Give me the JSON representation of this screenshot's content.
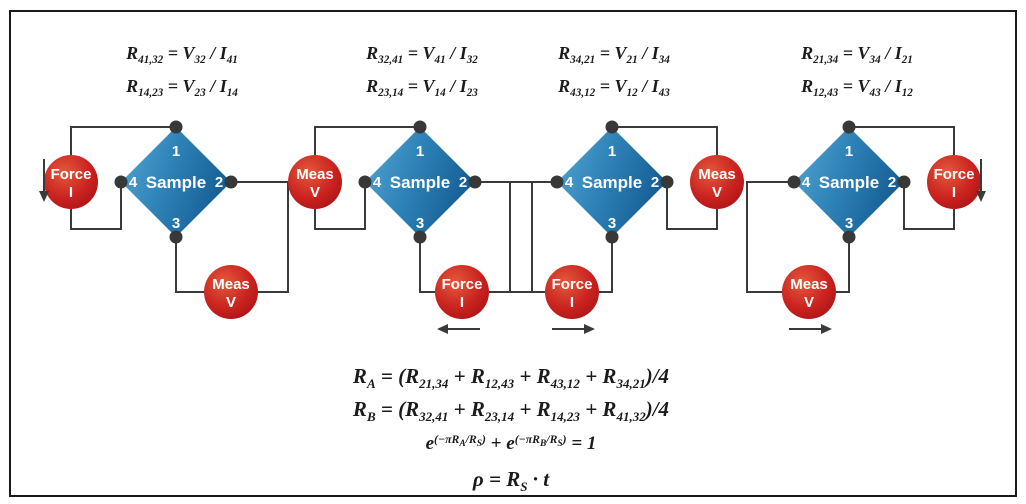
{
  "sample": {
    "label": "Sample",
    "terminal_top": "1",
    "terminal_right": "2",
    "terminal_bottom": "3",
    "terminal_left": "4"
  },
  "panels": [
    {
      "equations": [
        [
          "R",
          {
            "sub": "41,32"
          },
          " = V",
          {
            "sub": "32"
          },
          " / I",
          {
            "sub": "41"
          }
        ],
        [
          "R",
          {
            "sub": "14,23"
          },
          " = V",
          {
            "sub": "23"
          },
          " / I",
          {
            "sub": "14"
          }
        ]
      ],
      "side_circle": {
        "line1": "Force",
        "line2": "I",
        "position": "left"
      },
      "corner_circle": {
        "line1": "Meas",
        "line2": "V",
        "position": "bottom-right"
      },
      "arrows": [
        "down-beside-side-circle"
      ]
    },
    {
      "equations": [
        [
          "R",
          {
            "sub": "32,41"
          },
          " = V",
          {
            "sub": "41"
          },
          " / I",
          {
            "sub": "32"
          }
        ],
        [
          "R",
          {
            "sub": "23,14"
          },
          " = V",
          {
            "sub": "14"
          },
          " / I",
          {
            "sub": "23"
          }
        ]
      ],
      "side_circle": {
        "line1": "Meas",
        "line2": "V",
        "position": "left"
      },
      "corner_circle": {
        "line1": "Force",
        "line2": "I",
        "position": "bottom-right"
      },
      "arrows": [
        "left-below-corner-circle"
      ]
    },
    {
      "equations": [
        [
          "R",
          {
            "sub": "34,21"
          },
          " = V",
          {
            "sub": "21"
          },
          " / I",
          {
            "sub": "34"
          }
        ],
        [
          "R",
          {
            "sub": "43,12"
          },
          " = V",
          {
            "sub": "12"
          },
          " / I",
          {
            "sub": "43"
          }
        ]
      ],
      "side_circle": {
        "line1": "Meas",
        "line2": "V",
        "position": "right"
      },
      "corner_circle": {
        "line1": "Force",
        "line2": "I",
        "position": "bottom-left"
      },
      "arrows": [
        "right-below-corner-circle"
      ]
    },
    {
      "equations": [
        [
          "R",
          {
            "sub": "21,34"
          },
          " = V",
          {
            "sub": "34"
          },
          " / I",
          {
            "sub": "21"
          }
        ],
        [
          "R",
          {
            "sub": "12,43"
          },
          " = V",
          {
            "sub": "43"
          },
          " / I",
          {
            "sub": "12"
          }
        ]
      ],
      "side_circle": {
        "line1": "Force",
        "line2": "I",
        "position": "right"
      },
      "corner_circle": {
        "line1": "Meas",
        "line2": "V",
        "position": "bottom-left"
      },
      "arrows": [
        "down-beside-side-circle",
        "right-below-corner-circle"
      ]
    }
  ],
  "summary_equations": [
    [
      "R",
      {
        "sub": "A"
      },
      " = (R",
      {
        "sub": "21,34"
      },
      " + R",
      {
        "sub": "12,43"
      },
      " + R",
      {
        "sub": "43,12"
      },
      " + R",
      {
        "sub": "34,21"
      },
      ")/4"
    ],
    [
      "R",
      {
        "sub": "B"
      },
      " = (R",
      {
        "sub": "32,41"
      },
      " + R",
      {
        "sub": "23,14"
      },
      " + R",
      {
        "sub": "14,23"
      },
      " + R",
      {
        "sub": "41,32"
      },
      ")/4"
    ],
    [
      "e",
      {
        "sup": [
          "(−πR",
          {
            "sub": "A"
          },
          "/R",
          {
            "sub": "S"
          },
          ")"
        ]
      },
      " + e",
      {
        "sup": [
          "(−πR",
          {
            "sub": "B"
          },
          "/R",
          {
            "sub": "S"
          },
          ")"
        ]
      },
      " = 1"
    ],
    [
      "ρ = R",
      {
        "sub": "S"
      },
      " · t"
    ]
  ],
  "colors": {
    "diamond_blue_light": "#55A6D3",
    "diamond_blue_dark": "#175F96",
    "instrument_red": "#C8221F",
    "wire": "#3A3A3A",
    "terminal_dot": "#383838",
    "equation_text": "#1B1B1B",
    "background": "#FFFFFF",
    "frame_border": "#1A1A1A"
  }
}
